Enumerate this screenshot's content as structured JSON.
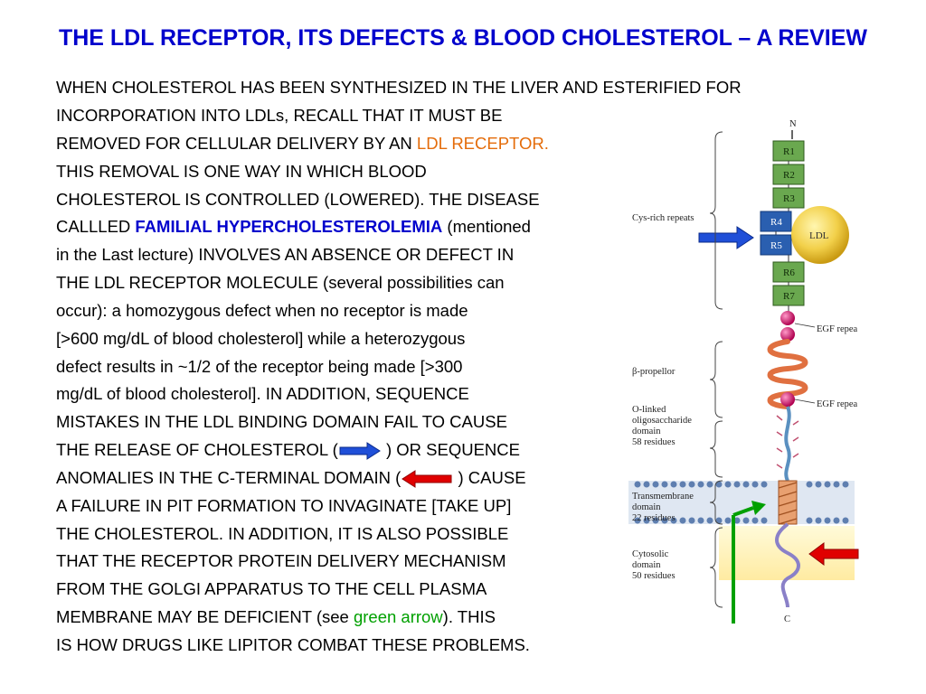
{
  "title": "THE LDL RECEPTOR, ITS DEFECTS & BLOOD CHOLESTEROL – A REVIEW",
  "body": {
    "l1": "WHEN CHOLESTEROL HAS BEEN SYNTHESIZED IN THE LIVER AND ESTERIFIED FOR",
    "l2": "INCORPORATION INTO LDLs, RECALL THAT IT MUST BE",
    "l3a": "REMOVED FOR CELLULAR DELIVERY BY AN ",
    "l3b": "LDL RECEPTOR.",
    "l4": "THIS REMOVAL IS ONE WAY IN WHICH BLOOD",
    "l5": "CHOLESTEROL IS CONTROLLED (LOWERED). THE DISEASE",
    "l6a": "CALLLED ",
    "l6b": "FAMILIAL HYPERCHOLESTEROLEMIA",
    "l6c": " (mentioned",
    "l7": "in the Last lecture) INVOLVES AN ABSENCE OR DEFECT IN",
    "l8": "THE LDL RECEPTOR MOLECULE (several possibilities can",
    "l9": "occur): a homozygous defect when no receptor is made",
    "l10": "[>600 mg/dL of blood cholesterol] while a heterozygous",
    "l11": "defect results in ~1/2 of the receptor being made [>300",
    "l12": "mg/dL of blood cholesterol].  IN ADDITION, SEQUENCE",
    "l13": "MISTAKES IN THE LDL BINDING DOMAIN FAIL TO CAUSE",
    "l14a": "THE RELEASE OF CHOLESTEROL (",
    "l14b": " )  OR SEQUENCE",
    "l15a": "ANOMALIES IN THE C-TERMINAL DOMAIN (",
    "l15b": " ) CAUSE",
    "l16": "A FAILURE IN PIT FORMATION TO INVAGINATE [TAKE UP]",
    "l17": "THE CHOLESTEROL. IN ADDITION, IT IS ALSO POSSIBLE",
    "l18": "THAT THE RECEPTOR PROTEIN DELIVERY MECHANISM",
    "l19": "FROM THE GOLGI APPARATUS TO THE CELL PLASMA",
    "l20a": "MEMBRANE MAY BE DEFICIENT (see ",
    "l20b": "green arrow",
    "l20c": "). THIS",
    "l21": "IS HOW DRUGS LIKE LIPITOR COMBAT THESE PROBLEMS."
  },
  "diagram": {
    "n_label": "N",
    "c_label": "C",
    "repeats": [
      "R1",
      "R2",
      "R3",
      "R4",
      "R5",
      "R6",
      "R7"
    ],
    "ldl_label": "LDL",
    "cys_rich": "Cys-rich repeats",
    "egf1": "EGF repea",
    "egf2": "EGF repea",
    "propeller": "β-propellor",
    "olinked": [
      "O-linked",
      "oligosaccharide",
      "domain",
      "58 residues"
    ],
    "transmembrane": [
      "Transmembrane",
      "domain",
      "22 residues"
    ],
    "cytosolic": [
      "Cytosolic",
      "domain",
      "50 residues"
    ]
  },
  "colors": {
    "title": "#0000cc",
    "orange": "#e46c0a",
    "green": "#00a000",
    "blue_arrow": "#1f4fd8",
    "red_arrow": "#e00000",
    "box_green": "#6aa84f",
    "box_blue": "#2a5fb0",
    "ldl_gold": "#f2d04a"
  }
}
